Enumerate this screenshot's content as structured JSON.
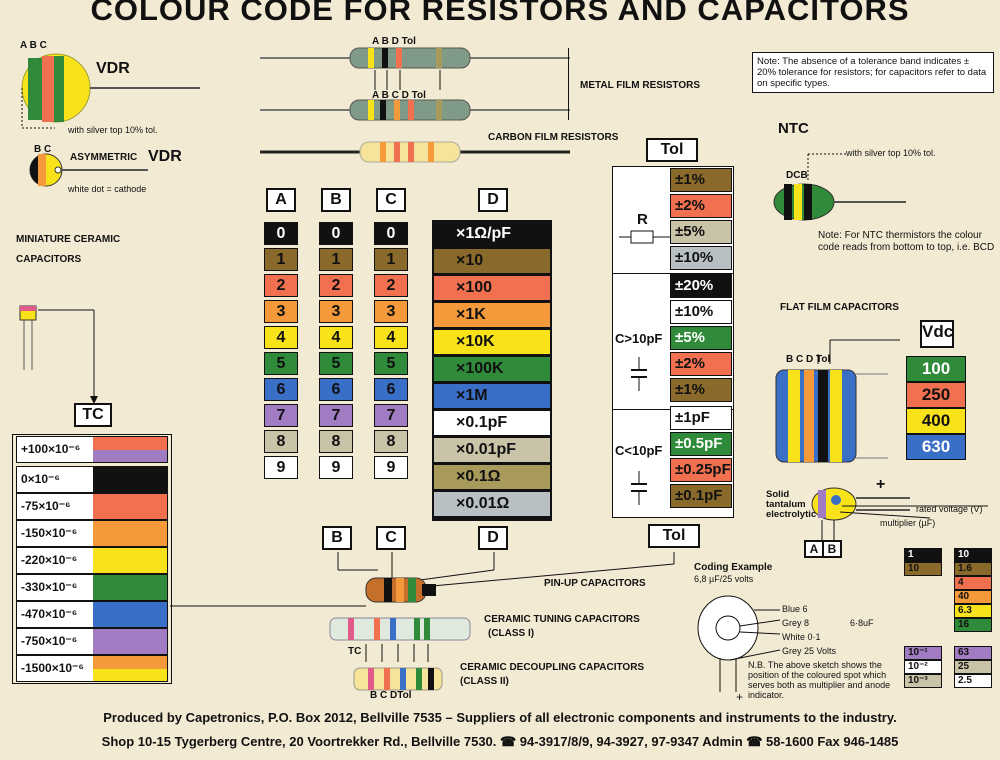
{
  "title": "COLOUR CODE FOR RESISTORS AND CAPACITORS",
  "colors": {
    "black": "#111111",
    "brown": "#8a6a2a",
    "red": "#f07050",
    "orange": "#f49a3a",
    "yellow": "#f8e21a",
    "green": "#2f8a3a",
    "blue": "#3a6fc8",
    "violet": "#a27cc2",
    "grey": "#c9c3a8",
    "white": "#ffffff",
    "gold": "#a89a5a",
    "silver": "#b8c0c4"
  },
  "labels": {
    "metal_film": "METAL FILM RESISTORS",
    "carbon_film": "CARBON FILM RESISTORS",
    "vdr": "VDR",
    "vdr_abc": "A B C",
    "vdr_note": "with silver top 10% tol.",
    "asym_bc": "B C",
    "asym_vdr_pre": "ASYMMETRIC",
    "asym_vdr": "VDR",
    "white_dot": "white dot = cathode",
    "mini_ceramic_1": "MINIATURE CERAMIC",
    "mini_ceramic_2": "CAPACITORS",
    "ntc": "NTC",
    "ntc_silver": "with silver top 10% tol.",
    "ntc_dcb": "DCB",
    "flat_film": "FLAT FILM CAPACITORS",
    "flat_bands": "B C D Tol",
    "pin_up": "PIN-UP CAPACITORS",
    "ceramic_tuning": "CERAMIC TUNING CAPACITORS",
    "ceramic_tuning_class": "(CLASS I)",
    "ceramic_decoupling": "CERAMIC DECOUPLING CAPACITORS",
    "ceramic_decoupling_class": "(CLASS II)",
    "tc_small": "TC",
    "decoupling_bands": "B  C  DTol",
    "metal_bands_top": "A  B  D      Tol",
    "metal_bands_bottom": "A  B  C  D  Tol",
    "r_label": "R",
    "c_gt": "C>10pF",
    "c_lt": "C<10pF",
    "tol_header": "Tol",
    "tc_header": "TC",
    "vdc_header": "Vdc",
    "coding_example": "Coding Example",
    "coding_value": "6,8 µF/25 volts",
    "solid_tantalum_1": "Solid",
    "solid_tantalum_2": "tantalum",
    "solid_tantalum_3": "electrolytic",
    "rated_voltage": "rated voltage (V)",
    "multiplier_uf": "multiplier (µF)",
    "plus": "+",
    "blue_6": "Blue   6",
    "grey_8": "Grey   8",
    "white_01": "White  0·1",
    "grey_25": "Grey   25 Volts",
    "six_eight": "6·8uF",
    "sketch_note": "N.B. The above sketch shows the position of the coloured spot which serves both as multiplier and anode indicator."
  },
  "note_resistor": "Note: The absence of a tolerance band indicates ± 20% tolerance for resistors; for capacitors refer to data on specific types.",
  "note_ntc": "Note: For NTC thermistors the colour code reads from bottom to top, i.e. BCD",
  "headers": {
    "A": "A",
    "B": "B",
    "C": "C",
    "D": "D"
  },
  "digits": [
    "0",
    "1",
    "2",
    "3",
    "4",
    "5",
    "6",
    "7",
    "8",
    "9"
  ],
  "multipliers": [
    "×1Ω/pF",
    "×10",
    "×100",
    "×1K",
    "×10K",
    "×100K",
    "×1M",
    "×0.1pF",
    "×0.01pF",
    "×0.1Ω",
    "×0.01Ω"
  ],
  "tol_r": [
    "±1%",
    "±2%",
    "±5%",
    "±10%"
  ],
  "tol_cgt": [
    "±20%",
    "±10%",
    "±5%",
    "±2%",
    "±1%"
  ],
  "tol_clt": [
    "±1pF",
    "±0.5pF",
    "±0.25pF",
    "±0.1pF"
  ],
  "tc_values": [
    "+100×10⁻⁶",
    "0×10⁻⁶",
    "-75×10⁻⁶",
    "-150×10⁻⁶",
    "-220×10⁻⁶",
    "-330×10⁻⁶",
    "-470×10⁻⁶",
    "-750×10⁻⁶",
    "-1500×10⁻⁶"
  ],
  "vdc_values": [
    "100",
    "250",
    "400",
    "630"
  ],
  "tantalum_left": [
    "1",
    "10",
    "10⁻¹",
    "10⁻²",
    "10⁻³"
  ],
  "tantalum_right": [
    "10",
    "1.6",
    "4",
    "40",
    "6.3",
    "16",
    "63",
    "25",
    "2.5"
  ],
  "tantalum_ab": [
    "A",
    "B"
  ],
  "footer_1": "Produced by Capetronics, P.O. Box 2012, Bellville 7535 – Suppliers of all electronic components and instruments to the industry.",
  "footer_2": "Shop 10-15 Tygerberg Centre, 20 Voortrekker Rd., Bellville 7530.  ☎ 94-3917/8/9, 94-3927, 97-9347   Admin ☎ 58-1600   Fax 946-1485"
}
